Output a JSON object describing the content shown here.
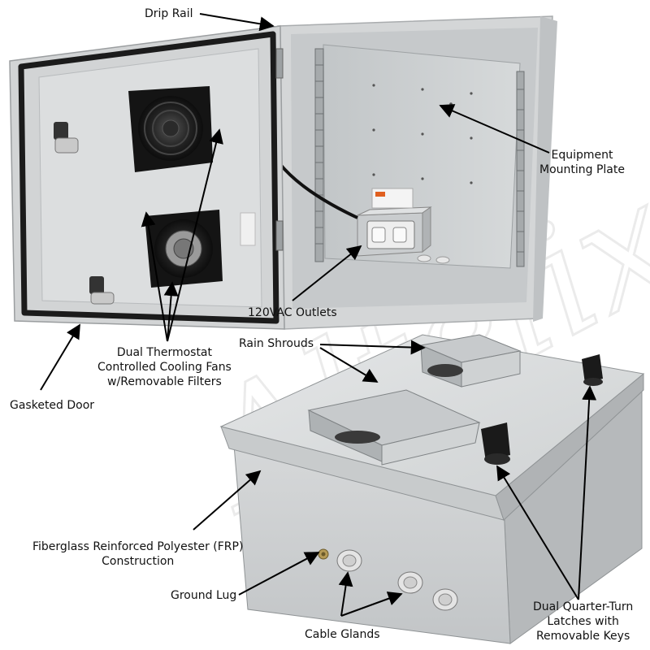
{
  "labels": {
    "drip_rail": "Drip Rail",
    "equipment_mounting_plate": [
      "Equipment",
      "Mounting Plate"
    ],
    "outlets": "120VAC Outlets",
    "rain_shrouds": "Rain Shrouds",
    "cooling_fans": [
      "Dual Thermostat",
      "Controlled Cooling Fans",
      "w/Removable Filters"
    ],
    "gasketed_door": "Gasketed Door",
    "frp_construction": [
      "Fiberglass Reinforced Polyester (FRP)",
      "Construction"
    ],
    "ground_lug": "Ground Lug",
    "cable_glands": "Cable Glands",
    "latches": [
      "Dual Quarter-Turn",
      "Latches with",
      "Removable Keys"
    ]
  },
  "watermark": "Altelix",
  "colors": {
    "enclosure_body": "#d9dbdc",
    "enclosure_shadow": "#b9bcbe",
    "mounting_plate": "#c9ccce",
    "gasket": "#1b1b1b",
    "fan": "#141414",
    "arrow": "#000000",
    "label_text": "#111111"
  }
}
